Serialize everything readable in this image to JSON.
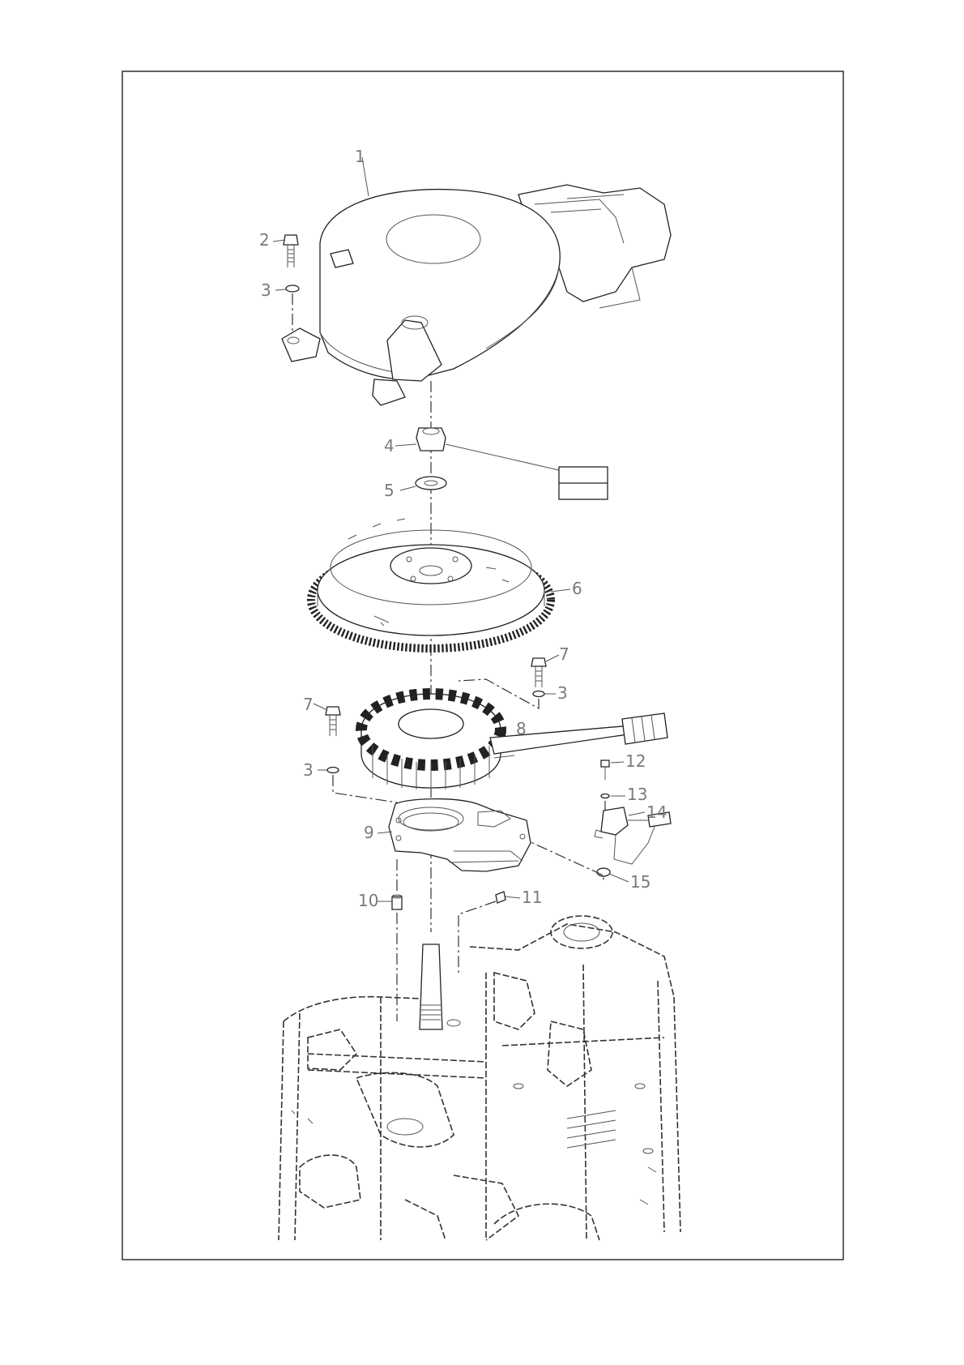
{
  "callouts": [
    {
      "id": "1",
      "text": "1"
    },
    {
      "id": "2",
      "text": "2"
    },
    {
      "id": "3",
      "text": "3"
    },
    {
      "id": "4",
      "text": "4"
    },
    {
      "id": "5",
      "text": "5"
    },
    {
      "id": "6",
      "text": "6"
    },
    {
      "id": "7",
      "text": "7"
    },
    {
      "id": "8",
      "text": "8"
    },
    {
      "id": "9",
      "text": "9"
    },
    {
      "id": "10",
      "text": "10"
    },
    {
      "id": "11",
      "text": "11"
    },
    {
      "id": "12",
      "text": "12"
    },
    {
      "id": "13",
      "text": "13"
    },
    {
      "id": "14",
      "text": "14"
    },
    {
      "id": "15",
      "text": "15"
    }
  ],
  "spec_box": {
    "top": "",
    "bottom": ""
  }
}
